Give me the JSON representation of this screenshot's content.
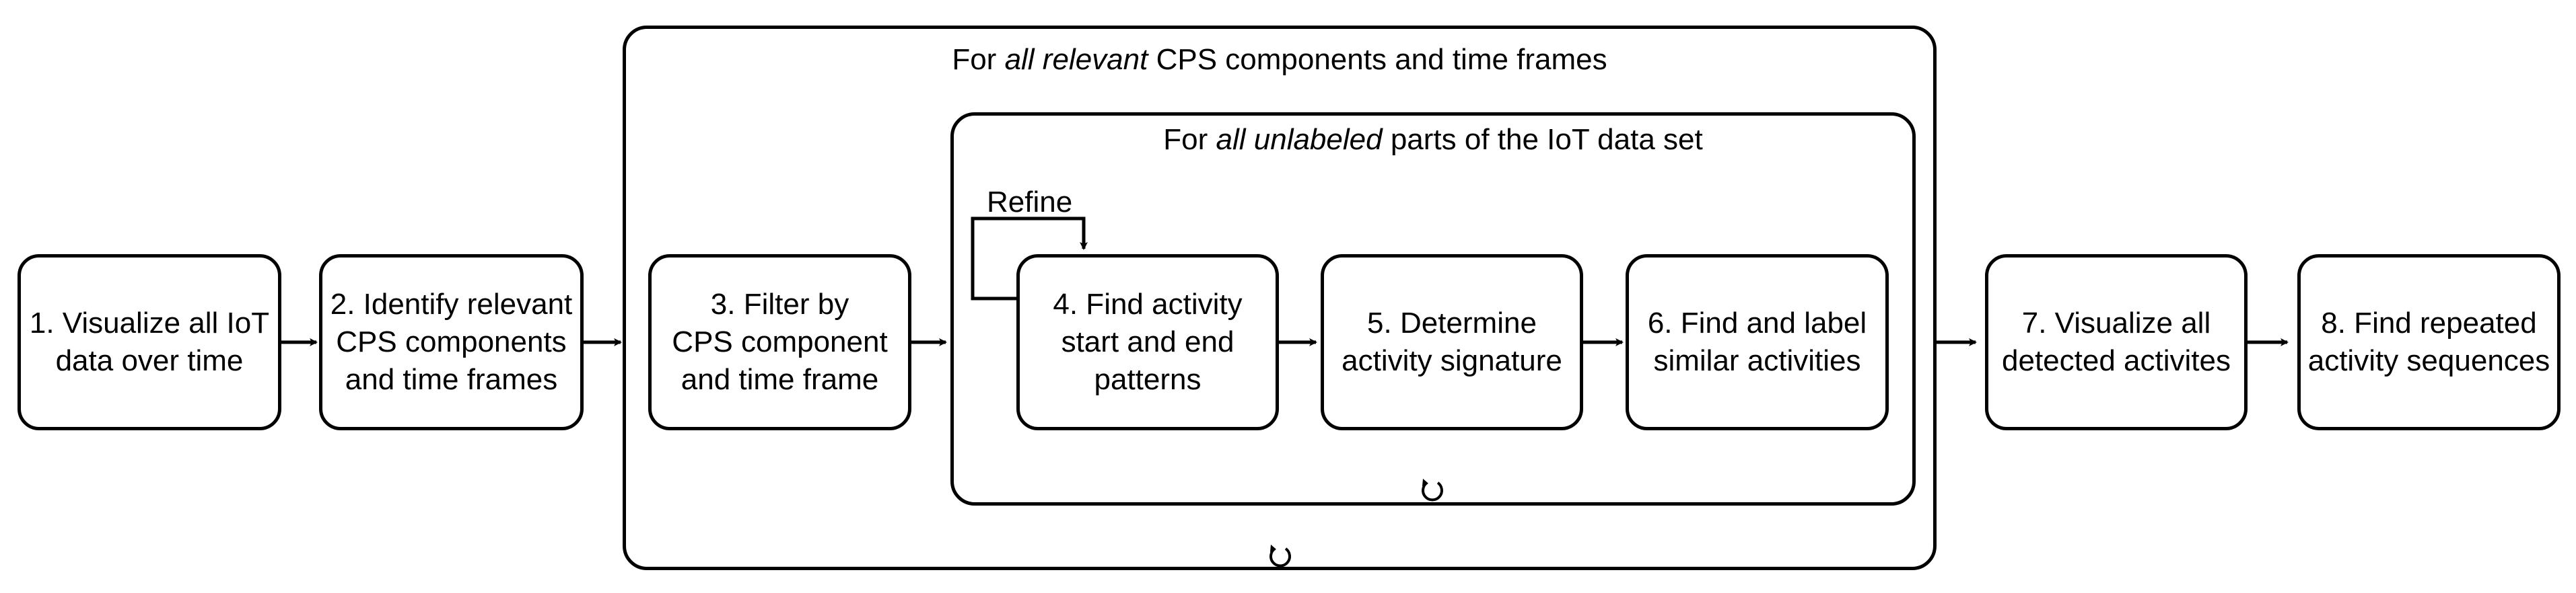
{
  "diagram": {
    "outer_loop": {
      "prefix": "For ",
      "emphasis": "all relevant",
      "suffix": " CPS components and time frames"
    },
    "inner_loop": {
      "prefix": "For ",
      "emphasis": "all unlabeled",
      "suffix": " parts of the IoT data set"
    },
    "refine_label": "Refine",
    "steps": [
      {
        "id": "step1",
        "label": "1. Visualize all IoT\ndata over time"
      },
      {
        "id": "step2",
        "label": "2. Identify relevant\nCPS components\nand time frames"
      },
      {
        "id": "step3",
        "label": "3. Filter by\nCPS component\nand time frame"
      },
      {
        "id": "step4",
        "label": "4. Find activity\nstart and end\npatterns"
      },
      {
        "id": "step5",
        "label": "5. Determine\nactivity signature"
      },
      {
        "id": "step6",
        "label": "6. Find and label\nsimilar activities"
      },
      {
        "id": "step7",
        "label": "7. Visualize all\ndetected activites"
      },
      {
        "id": "step8",
        "label": "8. Find repeated\nactivity sequences"
      }
    ]
  }
}
